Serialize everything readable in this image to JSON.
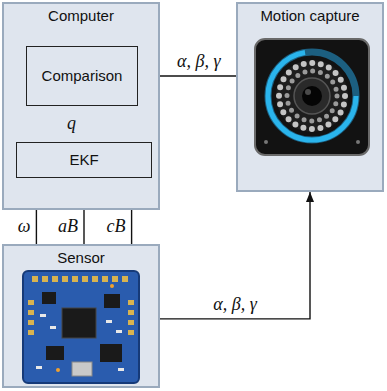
{
  "diagram": {
    "nodes": [
      {
        "text": [
          "Computer"
        ]
      },
      {
        "text": [
          "Comparison"
        ],
        "in": 0
      },
      {
        "text": [
          "EKF"
        ],
        "in": 0
      },
      {
        "text": [
          "Motion capture"
        ]
      },
      {
        "text": [
          "Sensor"
        ]
      }
    ],
    "edges": [
      {
        "from": 3,
        "to": 1,
        "arrow": "to",
        "label": "α, β, γ"
      },
      {
        "from": 2,
        "to": 1,
        "arrow": "to",
        "label": "q"
      },
      {
        "from": 4,
        "to": 2,
        "arrow": "to",
        "label": "ω"
      },
      {
        "from": 4,
        "to": 2,
        "arrow": "to",
        "label": "aB"
      },
      {
        "from": 4,
        "to": 2,
        "arrow": "to",
        "label": "cB"
      },
      {
        "from": 4,
        "to": 3,
        "arrow": "to",
        "label": "α, β, γ"
      }
    ]
  }
}
